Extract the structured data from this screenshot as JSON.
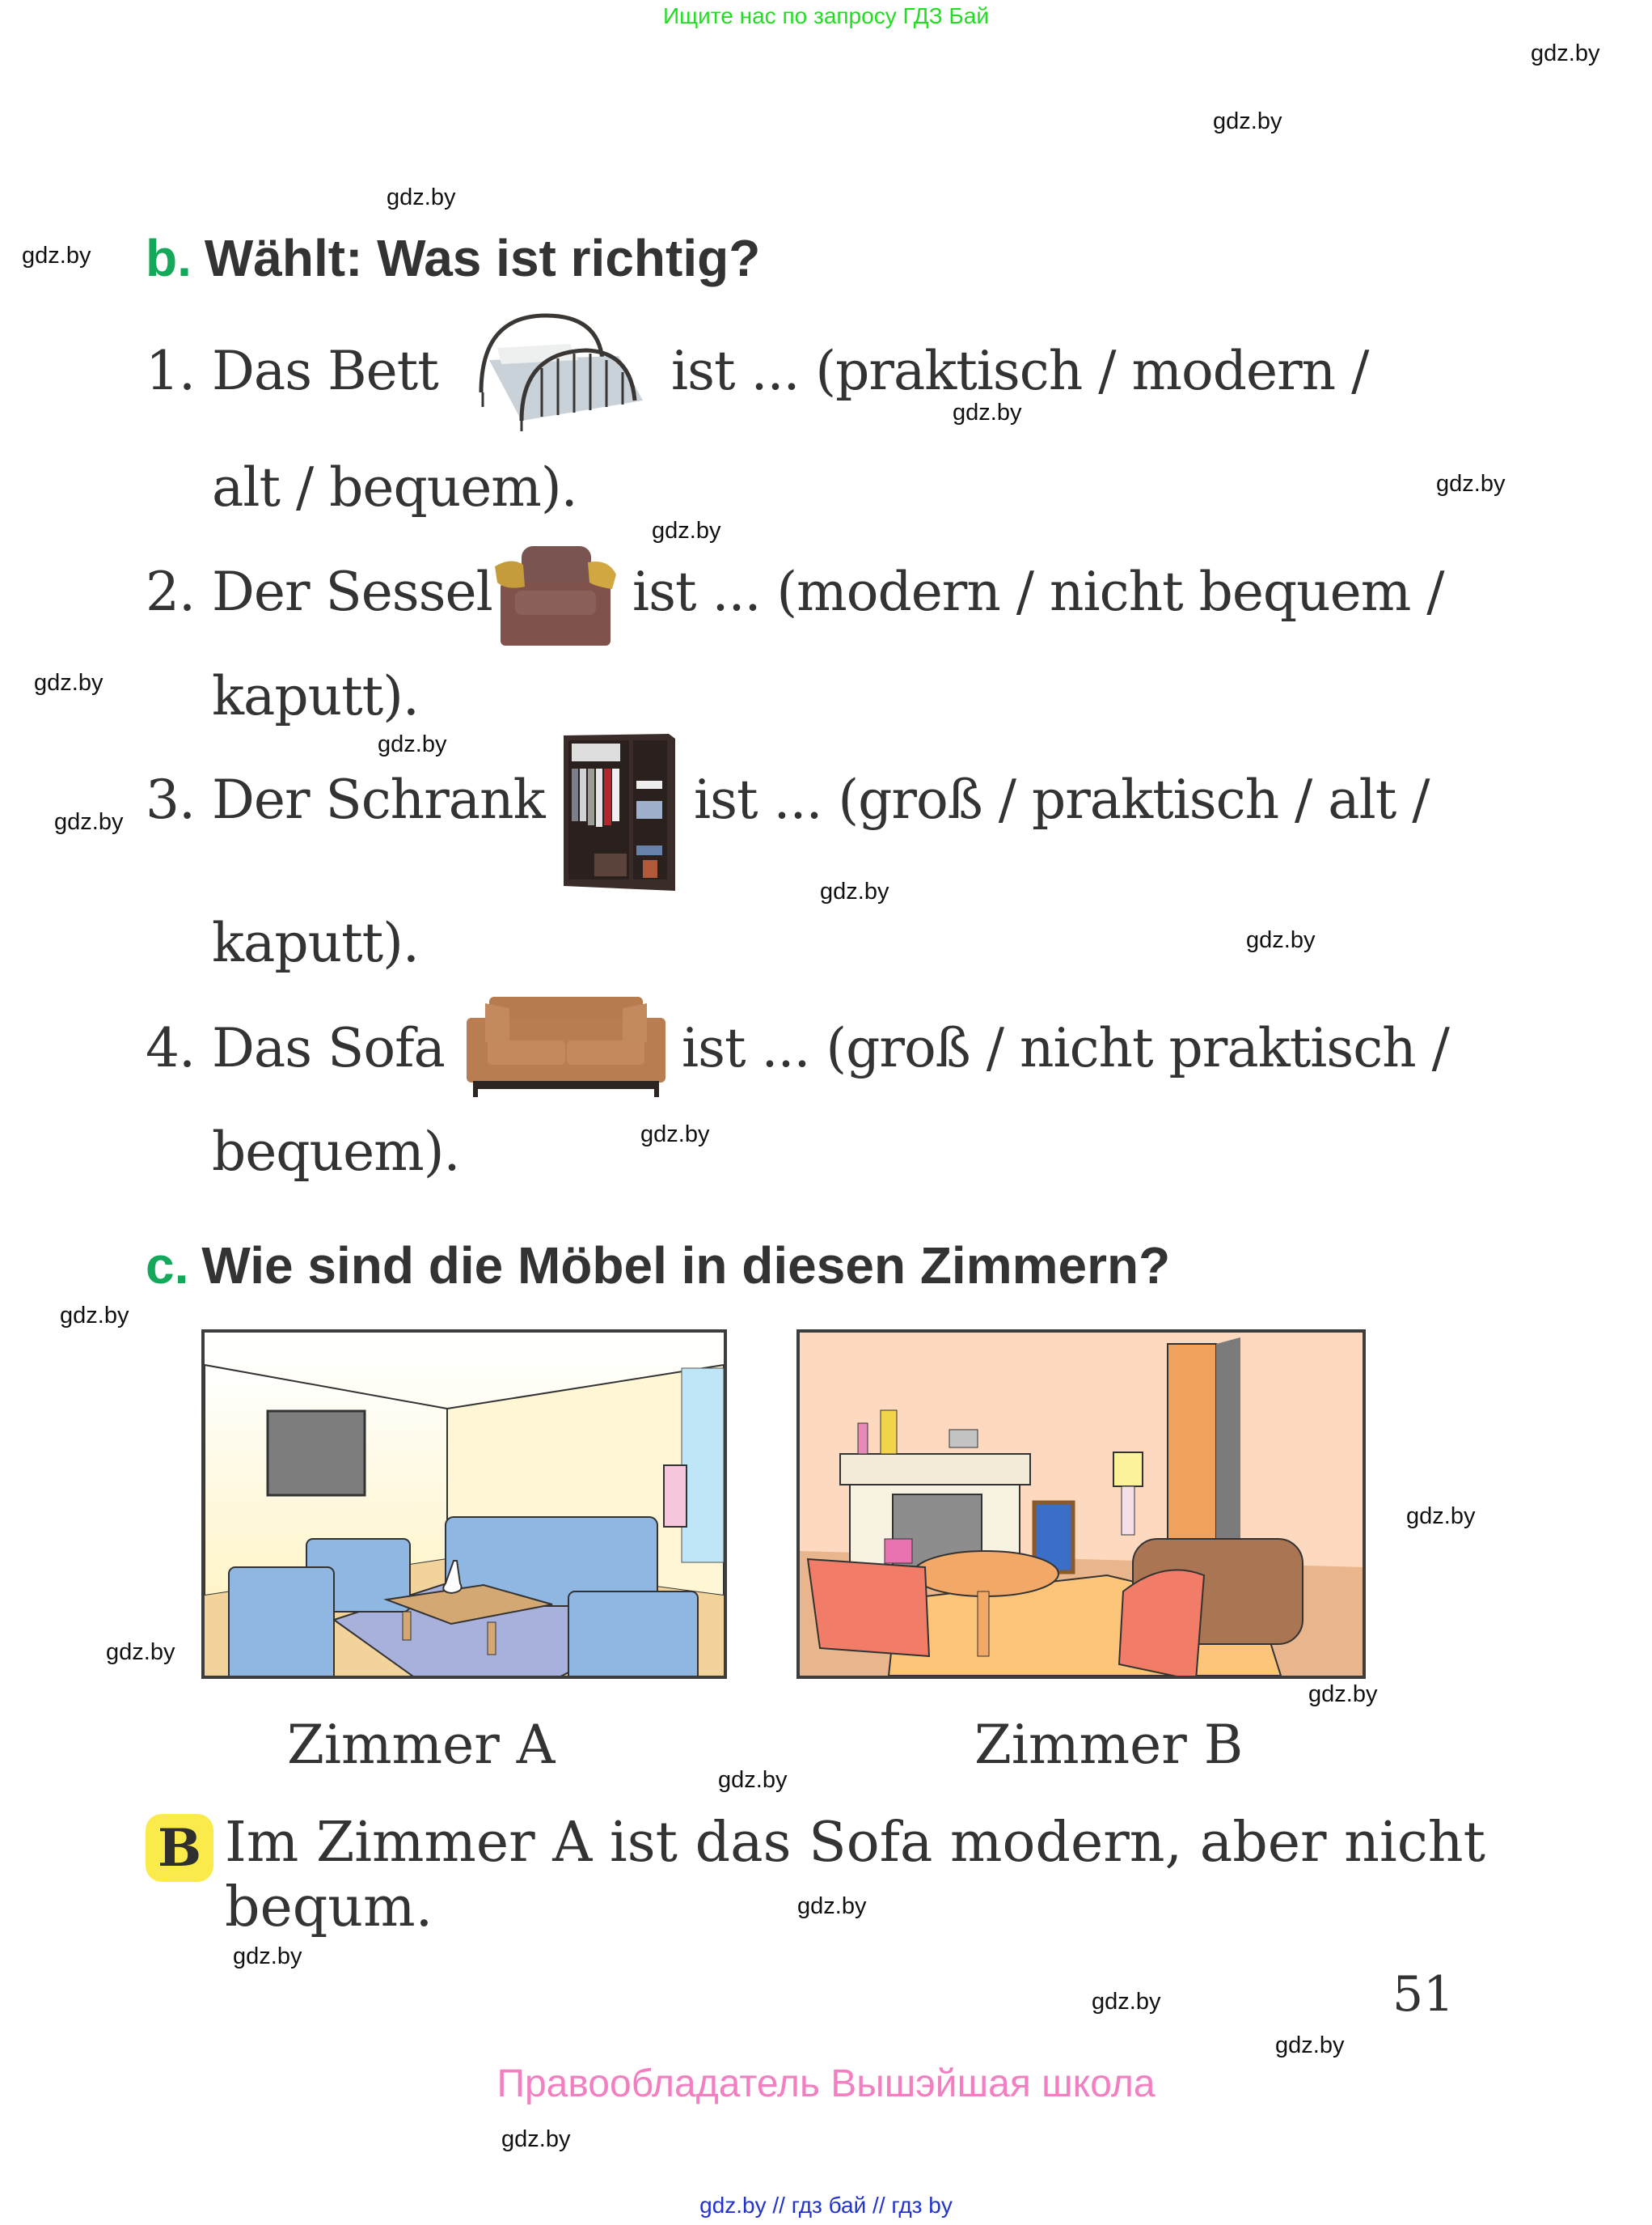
{
  "promo_top": "Ищите нас по запросу ГДЗ Бай",
  "watermark": "gdz.by",
  "section_b": {
    "letter": "b.",
    "title": "Wählt: Was ist richtig?",
    "items": [
      {
        "num": "1.",
        "subject": "Das Bett",
        "image": "bed-image",
        "rest_line1": "ist ... (praktisch / modern /",
        "rest_line2": "alt / bequem)."
      },
      {
        "num": "2.",
        "subject": "Der Sessel",
        "image": "armchair-image",
        "rest_line1": "ist ... (modern / nicht bequem /",
        "rest_line2": "kaputt)."
      },
      {
        "num": "3.",
        "subject": "Der Schrank",
        "image": "wardrobe-image",
        "rest_line1": "ist ... (groß / praktisch / alt /",
        "rest_line2": "kaputt)."
      },
      {
        "num": "4.",
        "subject": "Das Sofa",
        "image": "sofa-image",
        "rest_line1": "ist ... (groß / nicht praktisch /",
        "rest_line2": "bequem)."
      }
    ]
  },
  "section_c": {
    "letter": "c.",
    "title": "Wie sind die Möbel in diesen Zimmern?",
    "rooms": [
      {
        "label": "Zimmer A"
      },
      {
        "label": "Zimmer B"
      }
    ],
    "example": {
      "badge": "B",
      "line1": "Im Zimmer A ist das Sofa modern, aber nicht",
      "line2": "bequm."
    }
  },
  "page_number": "51",
  "copyright": "Правообладатель Вышэйшая школа",
  "footer_links": "gdz.by  //  гдз бай  //  гдз by",
  "colors": {
    "section_letter": "#13a85a",
    "text": "#333333",
    "badge": "#fbeb4a",
    "promo": "#22dd22",
    "copyright": "#f17fc1",
    "footer": "#2233cc"
  }
}
